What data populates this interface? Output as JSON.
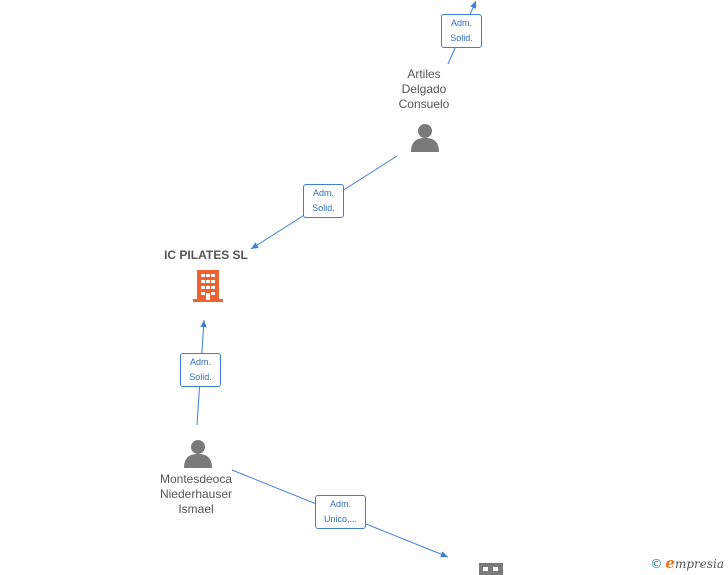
{
  "nodes": {
    "artiles": {
      "label": "Artiles\nDelgado\nConsuelo"
    },
    "ic_pilates": {
      "label": "IC PILATES  SL"
    },
    "montesdeoca": {
      "label": "Montesdeoca\nNiederhauser\nIsmael"
    }
  },
  "edges": [
    {
      "label": "Adm.\nSolid."
    },
    {
      "label": "Adm.\nSolid."
    },
    {
      "label": "Adm.\nSolid."
    },
    {
      "label": "Adm.\nUnico,..."
    }
  ],
  "brand": {
    "copyright": "©",
    "initial": "e",
    "name": "mpresia"
  },
  "colors": {
    "edge": "#3f7fd0",
    "person": "#7a7a7a",
    "company": "#f06030"
  }
}
